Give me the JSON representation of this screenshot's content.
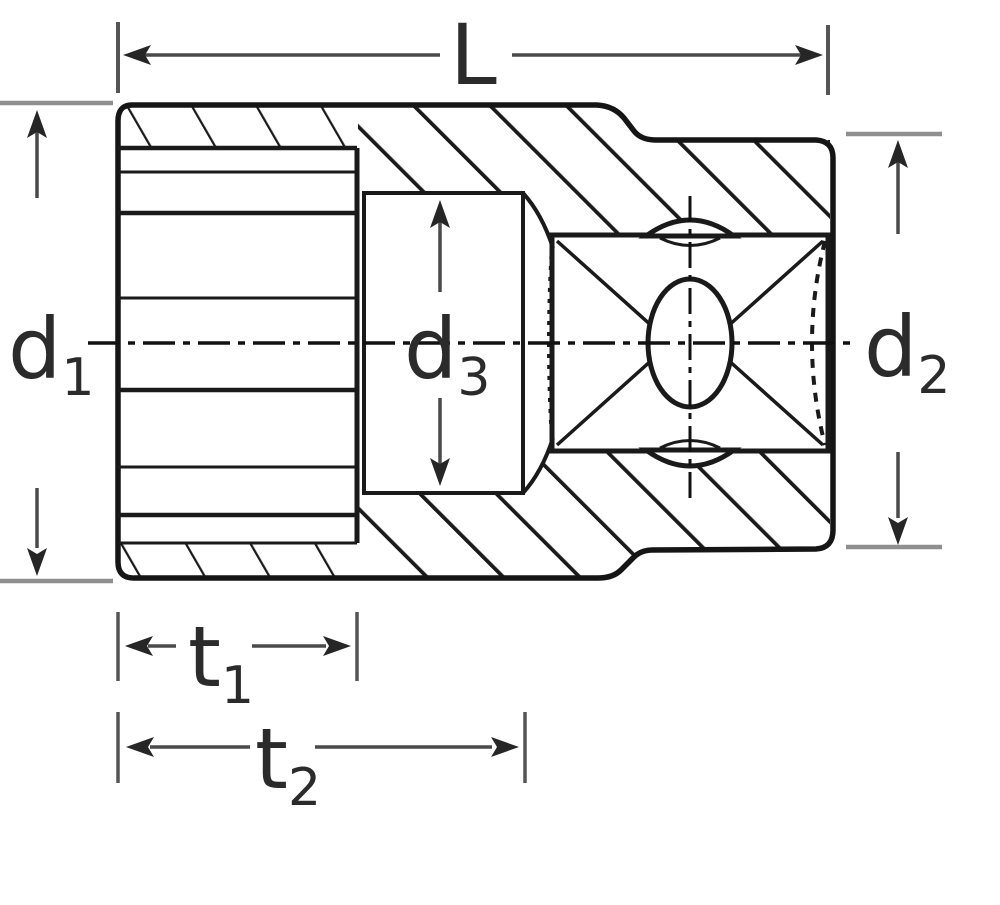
{
  "diagram": {
    "type": "technical-drawing",
    "description": "Cross-section drawing of a 12-point socket with square drive, annotated with dimension callouts",
    "labels": {
      "length": {
        "base": "L",
        "sub": ""
      },
      "d1": {
        "base": "d",
        "sub": "1"
      },
      "d2": {
        "base": "d",
        "sub": "2"
      },
      "d3": {
        "base": "d",
        "sub": "3"
      },
      "t1": {
        "base": "t",
        "sub": "1"
      },
      "t2": {
        "base": "t",
        "sub": "2"
      }
    },
    "colors": {
      "outline": "#151515",
      "inner_line": "#1a1a1a",
      "center_line": "#111111",
      "dimension_line": "#4a4a4a",
      "arrowhead": "#262626",
      "extension_line": "#8f8f8f",
      "tick": "#555555",
      "text": "#2b2b2b",
      "background": "#ffffff"
    }
  }
}
